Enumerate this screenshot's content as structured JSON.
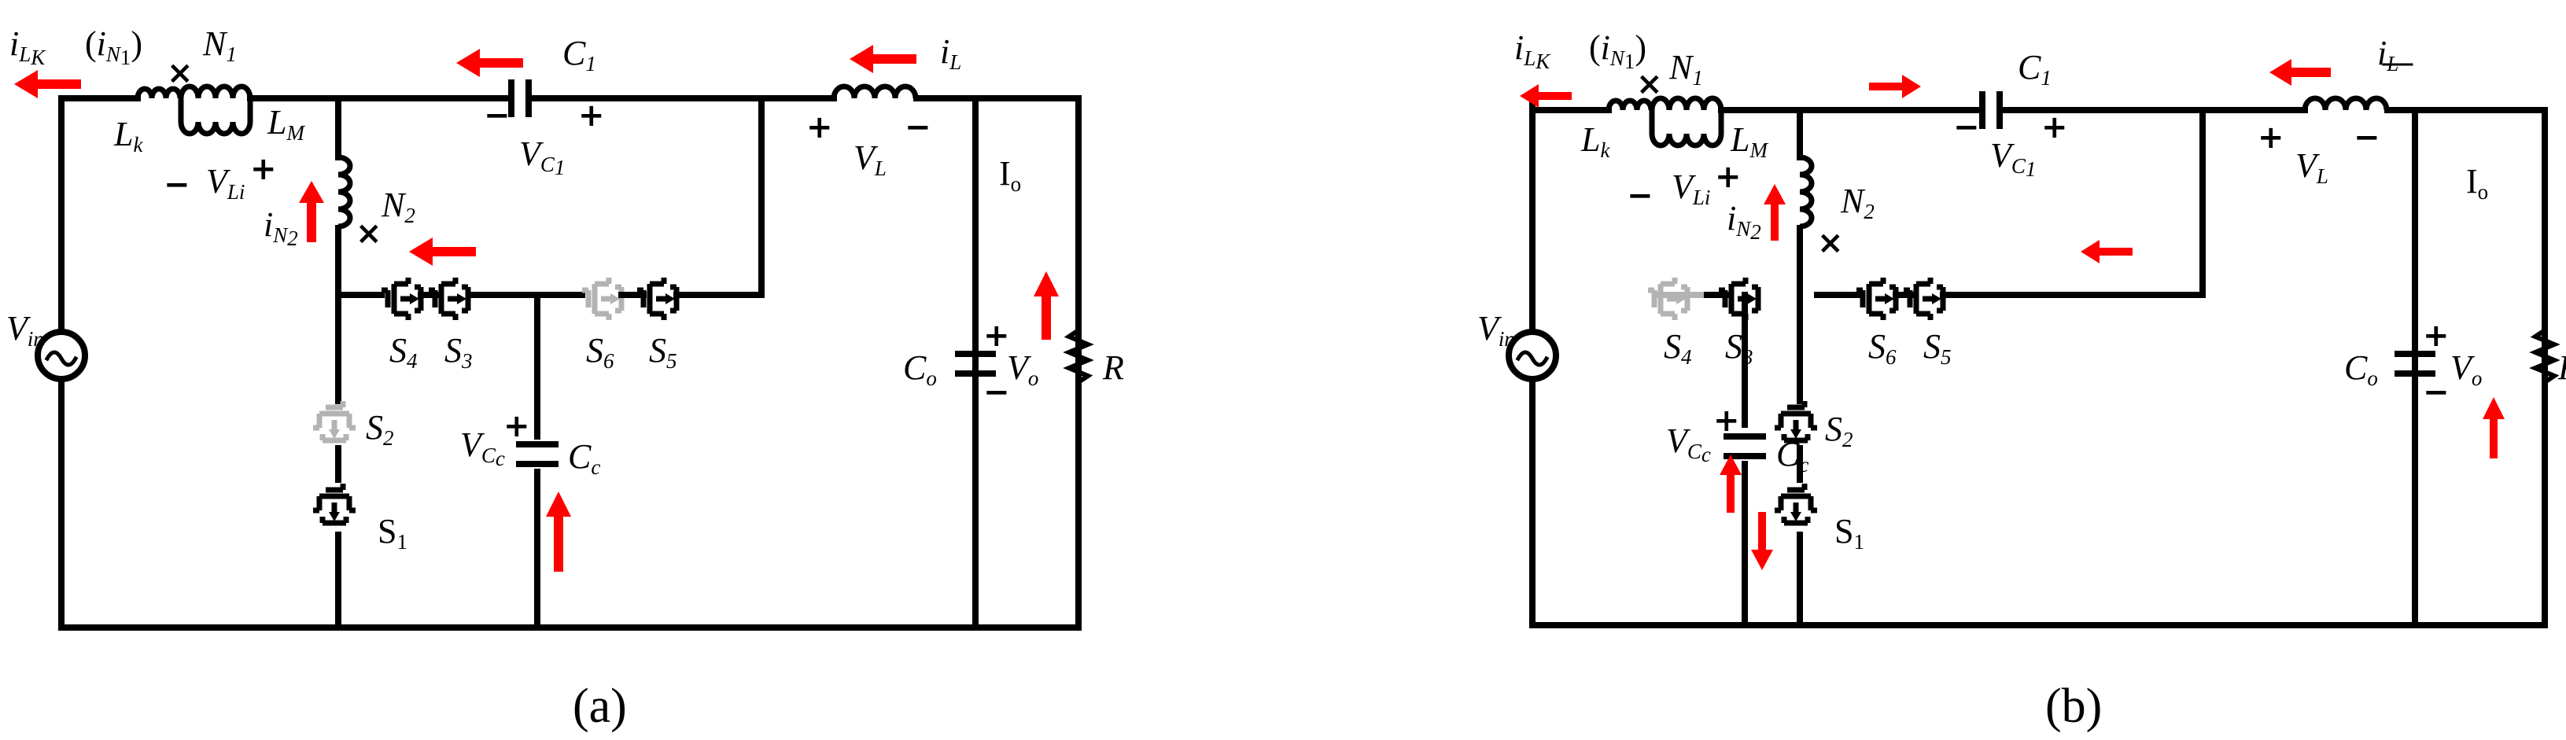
{
  "panels": [
    {
      "caption": "(a)",
      "labels": {
        "iLk": "i",
        "iLk_sub": "L",
        "iLk_subsub": "K",
        "iN1": "i",
        "iN1_sub": "N",
        "iN1_subsub": "1",
        "N1": "N",
        "N1_sub": "1",
        "C1": "C",
        "C1_sub": "1",
        "iL": "i",
        "iL_sub": "L",
        "Lk": "L",
        "Lk_sub": "k",
        "LM": "L",
        "LM_sub": "M",
        "VLi": "V",
        "VLi_sub": "Li",
        "VC1": "V",
        "VC1_sub": "C",
        "VC1_subsub": "1",
        "VL": "V",
        "VL_sub": "L",
        "Io": "I",
        "Io_sub": "o",
        "iN2": "i",
        "iN2_sub": "N",
        "iN2_subsub": "2",
        "N2": "N",
        "N2_sub": "2",
        "Vin": "V",
        "Vin_sub": "in",
        "S4": "S",
        "S4_sub": "4",
        "S3": "S",
        "S3_sub": "3",
        "S6": "S",
        "S6_sub": "6",
        "S5": "S",
        "S5_sub": "5",
        "Co": "C",
        "Co_sub": "o",
        "Vo": "V",
        "Vo_sub": "o",
        "R": "R",
        "S2": "S",
        "S2_sub": "2",
        "S1": "S",
        "S1_sub": "1",
        "VCc": "V",
        "VCc_sub": "C",
        "VCc_subsub": "c",
        "Cc": "C",
        "Cc_sub": "c"
      }
    },
    {
      "caption": "(b)",
      "labels": {
        "iLk": "i",
        "iLk_sub": "L",
        "iLk_subsub": "K",
        "iN1": "i",
        "iN1_sub": "N",
        "iN1_subsub": "1",
        "N1": "N",
        "N1_sub": "1",
        "C1": "C",
        "C1_sub": "1",
        "iL": "i",
        "iL_sub": "L",
        "Lk": "L",
        "Lk_sub": "k",
        "LM": "L",
        "LM_sub": "M",
        "VLi": "V",
        "VLi_sub": "Li",
        "VC1": "V",
        "VC1_sub": "C",
        "VC1_subsub": "1",
        "VL": "V",
        "VL_sub": "L",
        "Io": "I",
        "Io_sub": "o",
        "iN2": "i",
        "iN2_sub": "N",
        "iN2_subsub": "2",
        "N2": "N",
        "N2_sub": "2",
        "Vin": "V",
        "Vin_sub": "in",
        "S4": "S",
        "S4_sub": "4",
        "S3": "S",
        "S3_sub": "3",
        "S6": "S",
        "S6_sub": "6",
        "S5": "S",
        "S5_sub": "5",
        "Co": "C",
        "Co_sub": "o",
        "Vo": "V",
        "Vo_sub": "o",
        "R": "R",
        "S2": "S",
        "S2_sub": "2",
        "S1": "S",
        "S1_sub": "1",
        "VCc": "V",
        "VCc_sub": "C",
        "VCc_subsub": "c",
        "Cc": "C",
        "Cc_sub": "c"
      }
    }
  ],
  "colors": {
    "wire": "#000000",
    "inactive_switch": "#b3b3b3",
    "current_arrow": "#ff0000"
  }
}
